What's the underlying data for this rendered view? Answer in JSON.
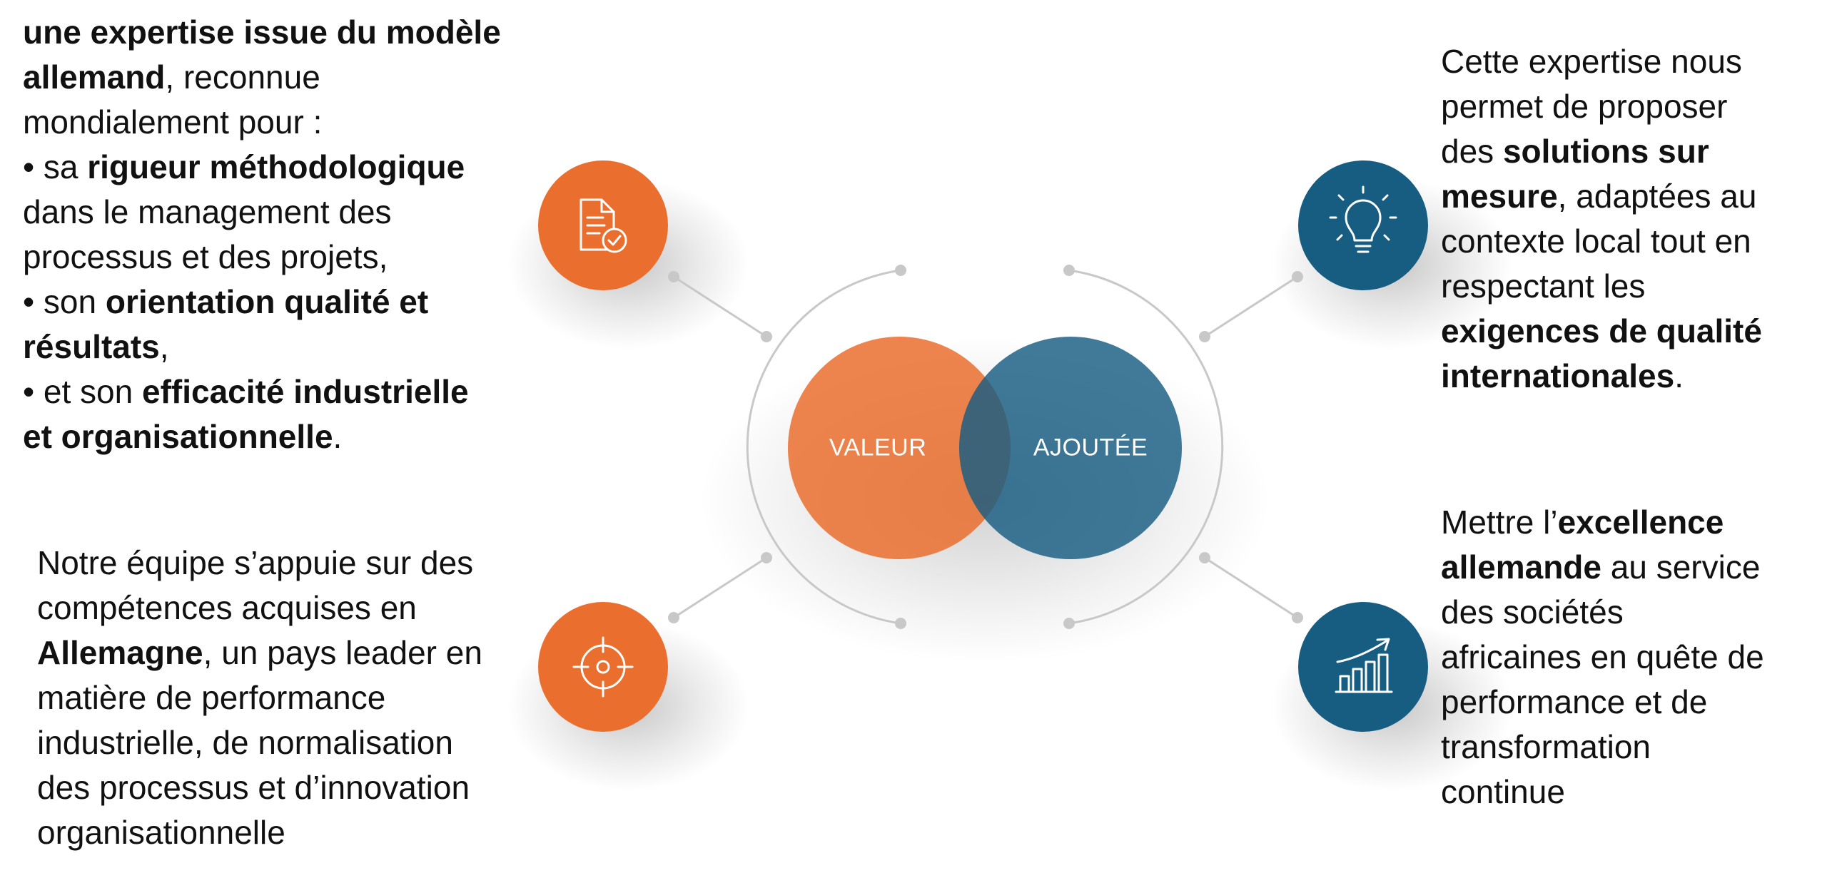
{
  "colors": {
    "orange": "#ea6f2e",
    "blue": "#175d82",
    "connector": "#c8c8c8"
  },
  "venn": {
    "left_label": "VALEUR",
    "right_label": "AJOUTÉE"
  },
  "icons": {
    "top_left": "document-check-icon",
    "bottom_left": "target-icon",
    "top_right": "lightbulb-icon",
    "bottom_right": "bar-chart-growth-icon"
  },
  "top_left_text": {
    "l1": "une expertise issue du modèle",
    "l2_bold": "allemand",
    "l2_rest": ", reconnue",
    "l3": "mondialement pour :",
    "l4_pre": "• sa ",
    "l4_bold": "rigueur méthodologique",
    "l5": "dans le management des",
    "l6": "processus et des projets,",
    "l7_pre": "• son ",
    "l7_bold": "orientation qualité et",
    "l8_bold": "résultats",
    "l8_rest": ",",
    "l9_pre": "• et son ",
    "l9_bold": "efficacité industrielle",
    "l10_bold": "et organisationnelle",
    "l10_rest": "."
  },
  "bottom_left_text": {
    "l1": "Notre équipe s’appuie sur des",
    "l2": "compétences acquises en",
    "l3_bold": "Allemagne",
    "l3_rest": ", un pays leader en",
    "l4": "matière de performance",
    "l5": "industrielle, de normalisation",
    "l6": "des processus et d’innovation",
    "l7": "organisationnelle"
  },
  "top_right_text": {
    "l1": "Cette expertise nous",
    "l2": "permet de proposer",
    "l3_pre": "des ",
    "l3_bold": "solutions sur",
    "l4_bold": "mesure",
    "l4_rest": ", adaptées au",
    "l5": "contexte local tout en",
    "l6": "respectant les",
    "l7_bold": "exigences de qualité",
    "l8_bold": "internationales",
    "l8_rest": "."
  },
  "bottom_right_text": {
    "l1_pre": "Mettre l’",
    "l1_bold": "excellence",
    "l2_bold": "allemande",
    "l2_rest": " au service",
    "l3": "des sociétés",
    "l4": "africaines en quête de",
    "l5": "performance et de",
    "l6": "transformation",
    "l7": "continue"
  }
}
